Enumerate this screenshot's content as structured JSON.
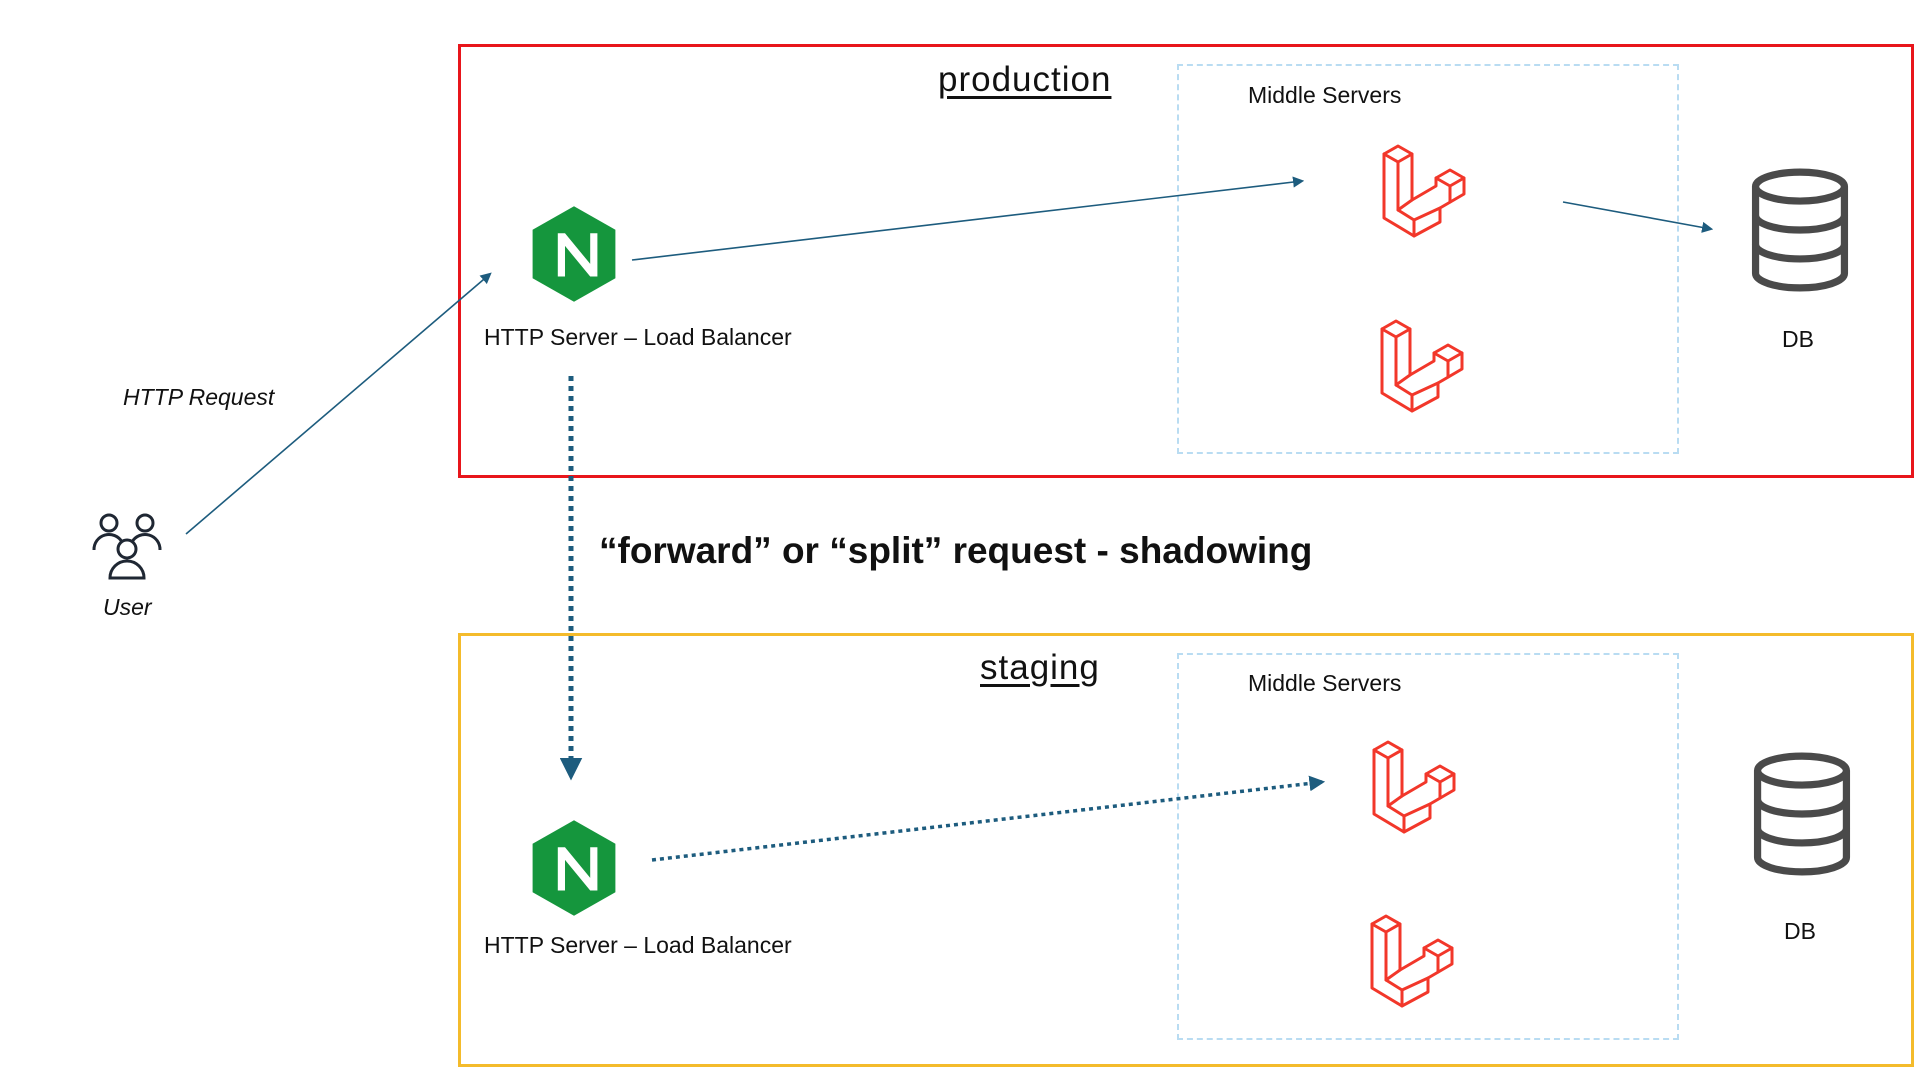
{
  "colors": {
    "production_border": "#e8151b",
    "staging_border": "#f4bb2b",
    "group_border": "#b9dcf2",
    "arrow": "#1d5c7e",
    "nginx_green": "#15963d",
    "laravel_red": "#f2372a",
    "db_gray": "#4a4a4a"
  },
  "user": {
    "icon": "users-icon",
    "label": "User"
  },
  "request": {
    "label": "HTTP Request"
  },
  "shadowing": {
    "label": "“forward” or “split” request - shadowing"
  },
  "production": {
    "title": "production",
    "load_balancer": {
      "icon": "nginx-icon",
      "label": "HTTP Server – Load Balancer"
    },
    "middle_servers": {
      "label": "Middle Servers",
      "icons": [
        "laravel-icon",
        "laravel-icon"
      ]
    },
    "db": {
      "icon": "database-icon",
      "label": "DB"
    }
  },
  "staging": {
    "title": "staging",
    "load_balancer": {
      "icon": "nginx-icon",
      "label": "HTTP Server – Load Balancer"
    },
    "middle_servers": {
      "label": "Middle Servers",
      "icons": [
        "laravel-icon",
        "laravel-icon"
      ]
    },
    "db": {
      "icon": "database-icon",
      "label": "DB"
    }
  }
}
